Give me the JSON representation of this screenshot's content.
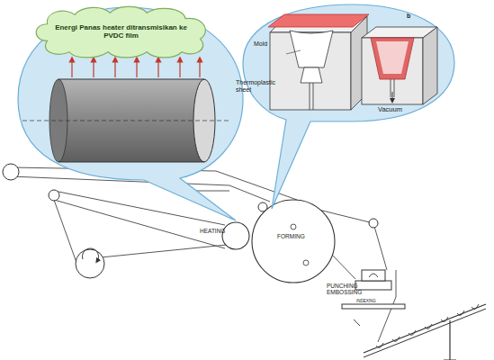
{
  "diagram": {
    "nodes": [
      {
        "text": [
          "Energi Panas heater ditransmisikan ke PVDC film"
        ]
      }
    ],
    "labels": [
      "b",
      "Mold",
      "Thermoplastic sheet",
      "Vacuum",
      "HEATING",
      "FORMING",
      "PUNCHING EMBOSSING",
      "INDEXING"
    ]
  }
}
